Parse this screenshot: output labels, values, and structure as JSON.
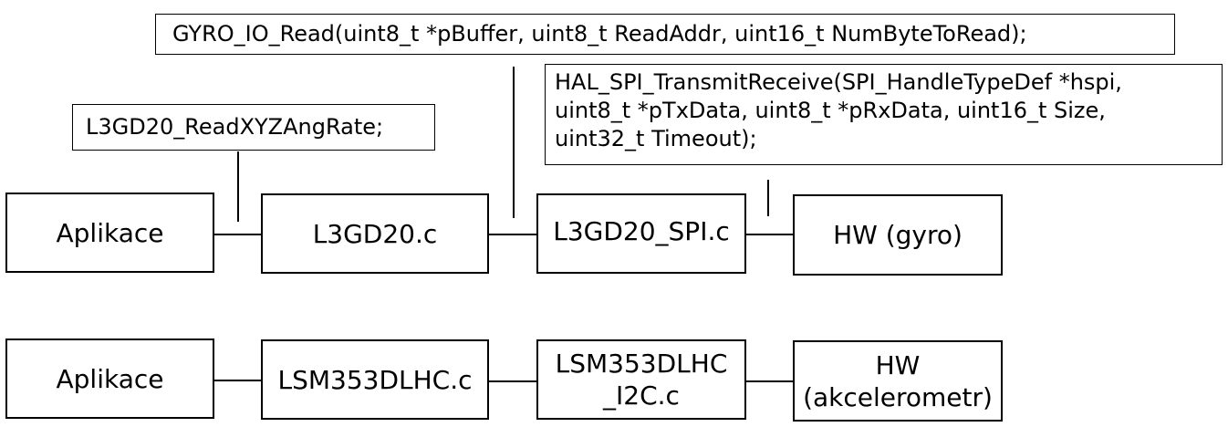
{
  "notes": {
    "read_xyz": "L3GD20_ReadXYZAngRate;",
    "gyro_io_read": "GYRO_IO_Read(uint8_t *pBuffer, uint8_t ReadAddr, uint16_t NumByteToRead);",
    "hal_spi": {
      "line1": "HAL_SPI_TransmitReceive(SPI_HandleTypeDef *hspi,",
      "line2": "uint8_t *pTxData, uint8_t *pRxData, uint16_t Size,",
      "line3": "uint32_t Timeout);"
    }
  },
  "row_gyro": {
    "app": "Aplikace",
    "driver": "L3GD20.c",
    "bus": "L3GD20_SPI.c",
    "hw": "HW (gyro)"
  },
  "row_accel": {
    "app": "Aplikace",
    "driver": "LSM353DLHC.c",
    "bus_line1": "LSM353DLHC",
    "bus_line2": "_I2C.c",
    "hw_line1": "HW",
    "hw_line2": "(akcelerometr)"
  }
}
